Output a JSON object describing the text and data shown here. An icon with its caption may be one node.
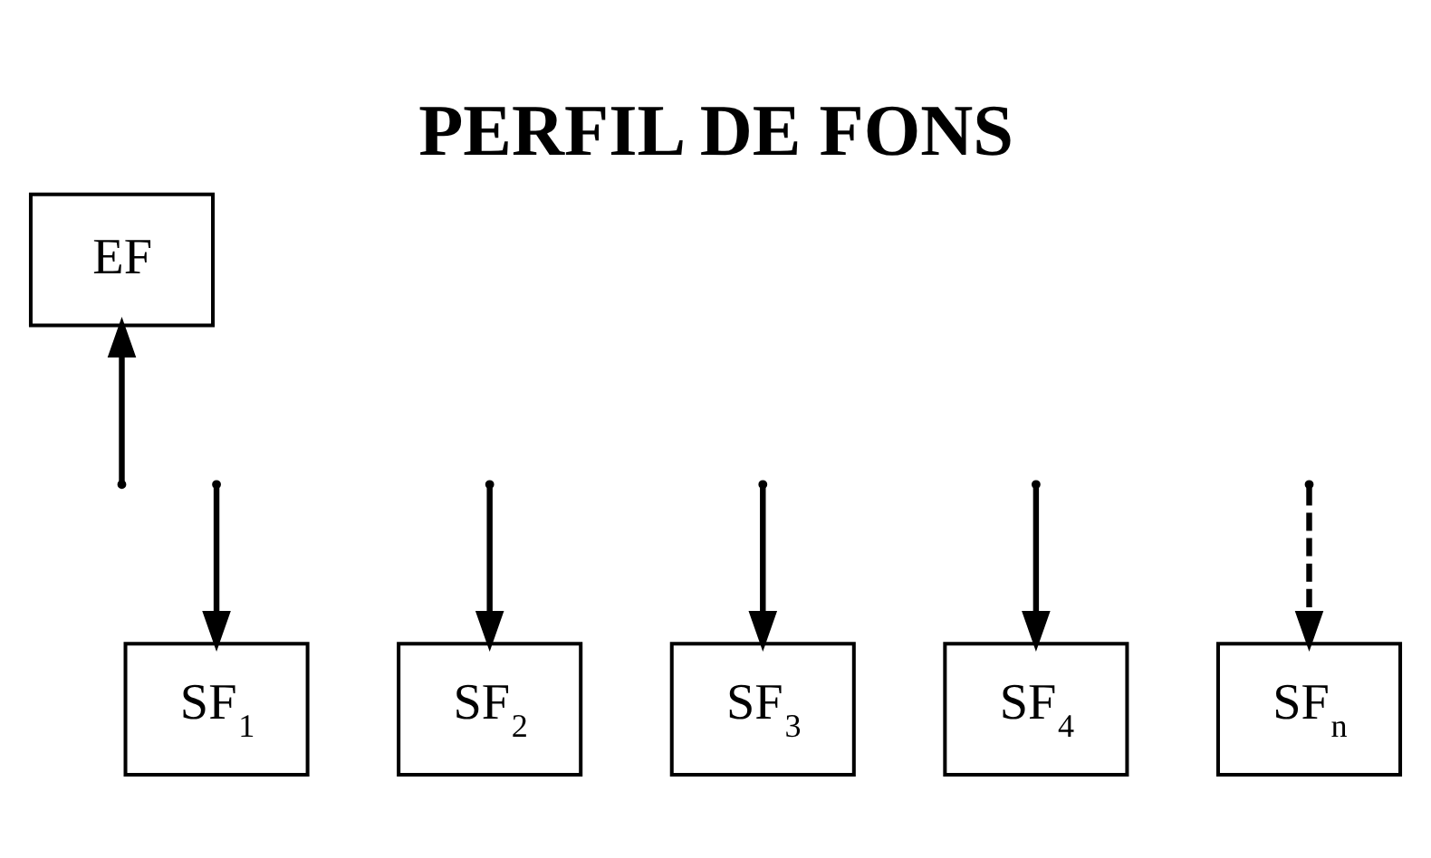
{
  "diagram": {
    "title": "PERFIL DE FONS",
    "nodes": [
      {
        "text": [
          "EF"
        ]
      },
      {
        "text": [
          "SF$_{1}$"
        ]
      },
      {
        "text": [
          "SF$_{2}$"
        ]
      },
      {
        "text": [
          "SF$_{3}$"
        ]
      },
      {
        "text": [
          "SF$_{4}$"
        ]
      },
      {
        "text": [
          "SF$_{n}$"
        ]
      }
    ],
    "edges": [
      {
        "from": null,
        "to": 0,
        "arrow": "to"
      },
      {
        "from": null,
        "to": 1,
        "arrow": "to"
      },
      {
        "from": null,
        "to": 2,
        "arrow": "to"
      },
      {
        "from": null,
        "to": 3,
        "arrow": "to"
      },
      {
        "from": null,
        "to": 4,
        "arrow": "to"
      },
      {
        "from": null,
        "to": 5,
        "arrow": "to",
        "style": "dashed"
      }
    ]
  }
}
